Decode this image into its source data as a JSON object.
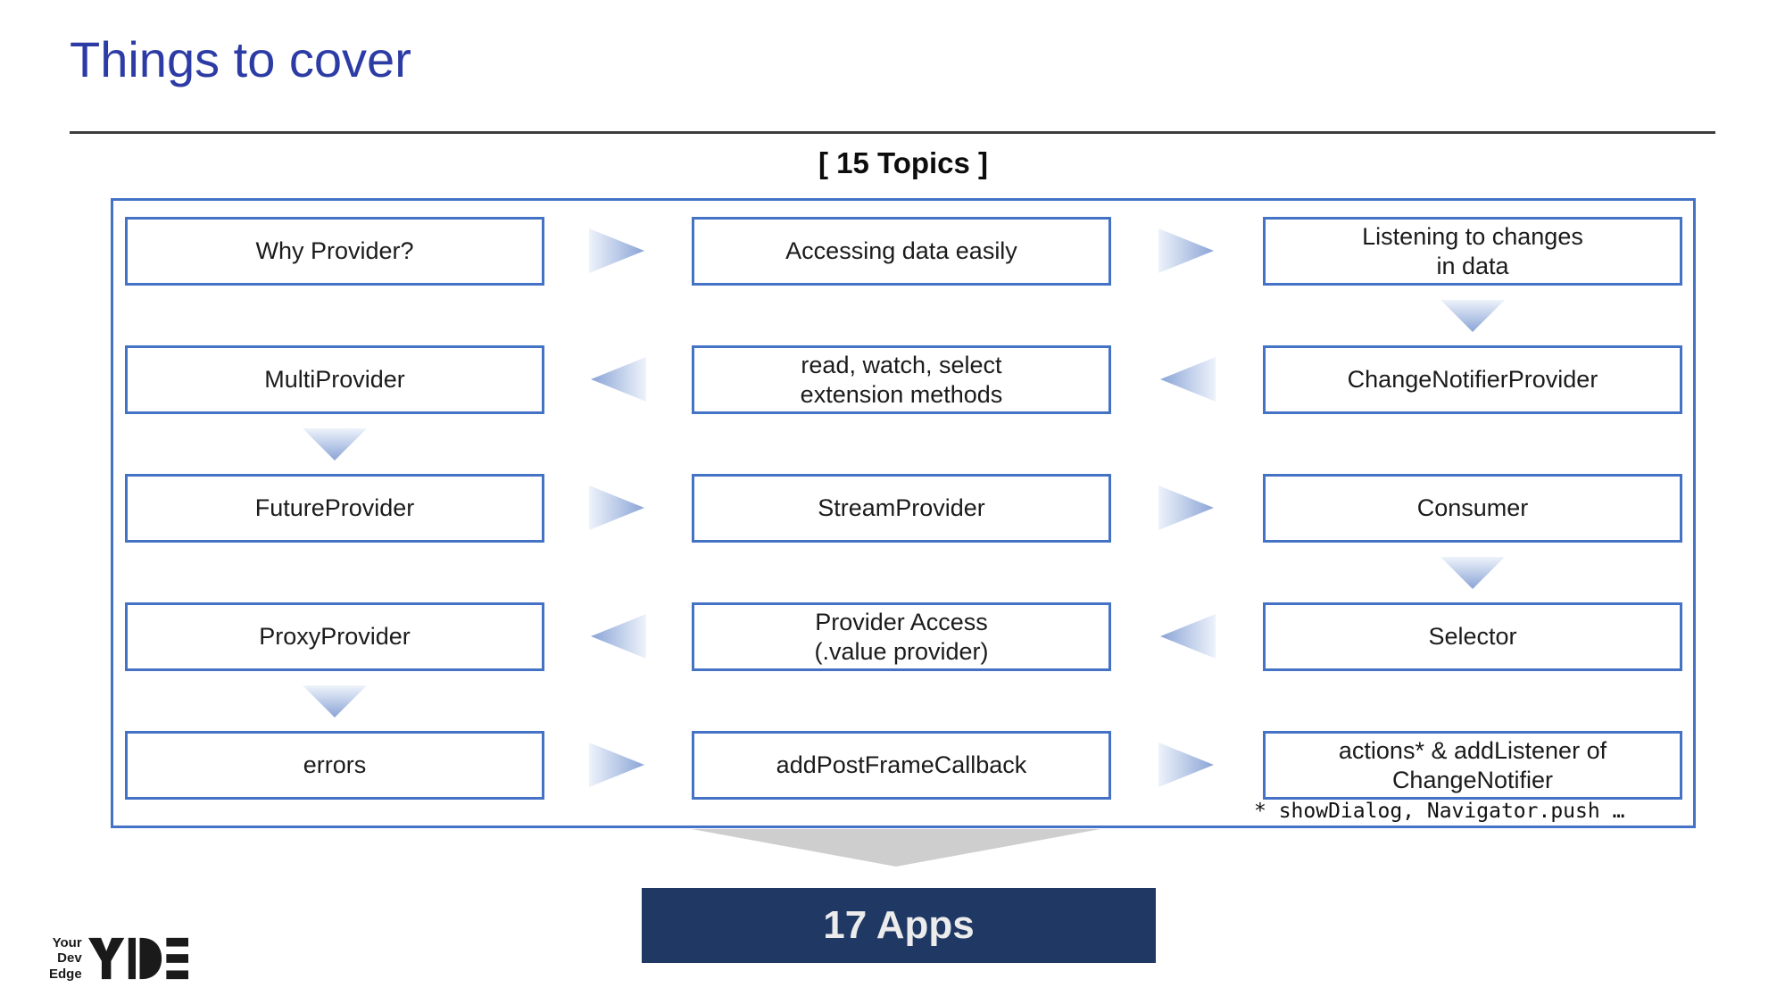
{
  "slide": {
    "title": "Things to cover",
    "topics_header": "[ 15 Topics ]",
    "footnote": "* showDialog, Navigator.push …",
    "banner_label": "17 Apps"
  },
  "grid": {
    "rows": [
      {
        "cells": [
          "Why Provider?",
          "Accessing data easily",
          "Listening to changes\nin data"
        ],
        "flow": "right"
      },
      {
        "cells": [
          "MultiProvider",
          "read, watch, select\nextension methods",
          "ChangeNotifierProvider"
        ],
        "flow": "left"
      },
      {
        "cells": [
          "FutureProvider",
          "StreamProvider",
          "Consumer"
        ],
        "flow": "right"
      },
      {
        "cells": [
          "ProxyProvider",
          "Provider Access\n(.value provider)",
          "Selector"
        ],
        "flow": "left"
      },
      {
        "cells": [
          "errors",
          "addPostFrameCallback",
          "actions* & addListener of\nChangeNotifier"
        ],
        "flow": "right"
      }
    ]
  },
  "logo": {
    "tagline": [
      "Your",
      "Dev",
      "Edge"
    ],
    "mark": "YDE"
  },
  "icons": {
    "flow_right": "▶",
    "flow_left": "◀",
    "flow_down": "▼",
    "chevron_down": "▼"
  },
  "colors": {
    "title": "#2d3ca5",
    "box_border": "#4472c4",
    "divider": "#3d3d3d",
    "arrow_light": "#eef3fb",
    "arrow_dark": "#8aa4d6",
    "chevron_gray": "#cecece",
    "banner_bg": "#1f3864",
    "banner_text": "#ececec",
    "logo_black": "#1a1a1a"
  }
}
